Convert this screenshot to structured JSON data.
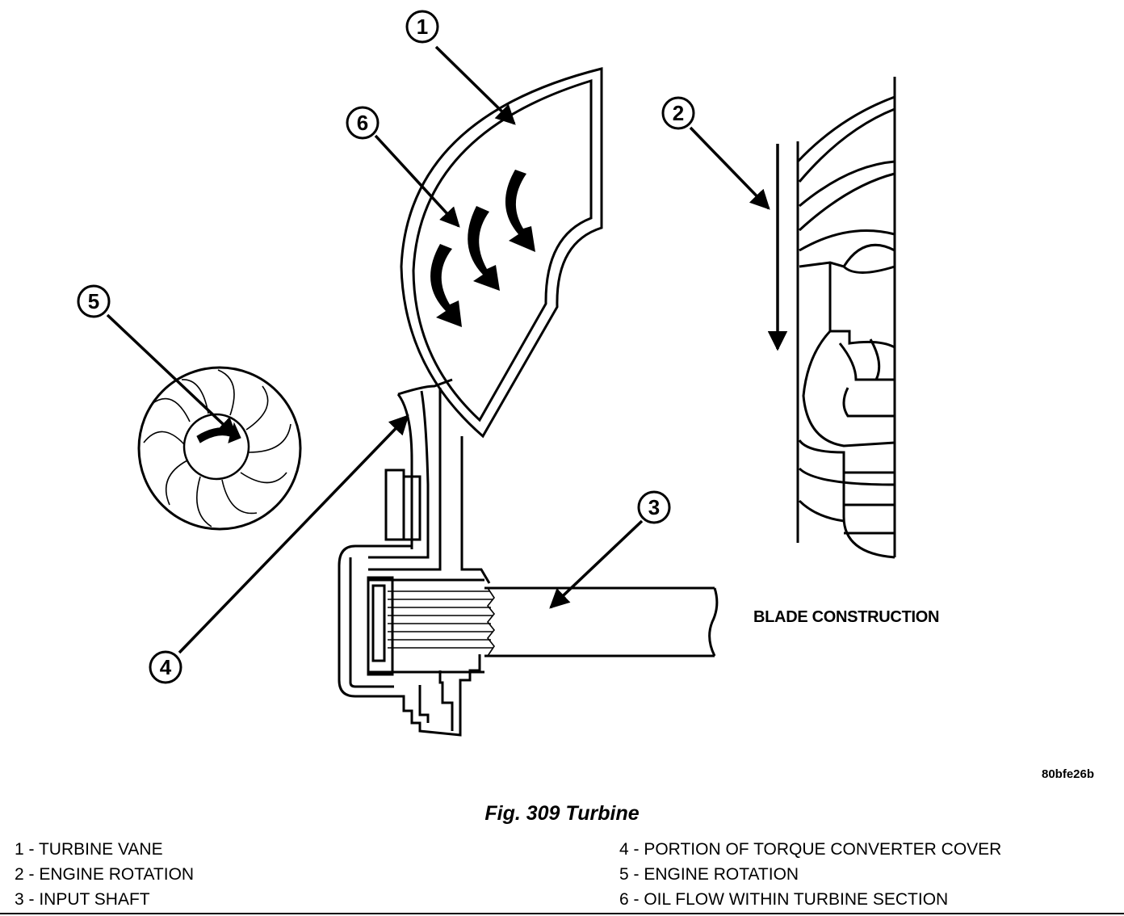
{
  "callouts": [
    "1",
    "2",
    "3",
    "4",
    "5",
    "6"
  ],
  "blade_construction_label": "BLADE CONSTRUCTION",
  "figure_code": "80bfe26b",
  "caption": "Fig. 309 Turbine",
  "legend": {
    "left": [
      "1 - TURBINE VANE",
      "2 - ENGINE ROTATION",
      "3 - INPUT SHAFT"
    ],
    "right": [
      "4 - PORTION OF TORQUE CONVERTER COVER",
      "5 - ENGINE ROTATION",
      "6 - OIL FLOW WITHIN TURBINE SECTION"
    ]
  }
}
